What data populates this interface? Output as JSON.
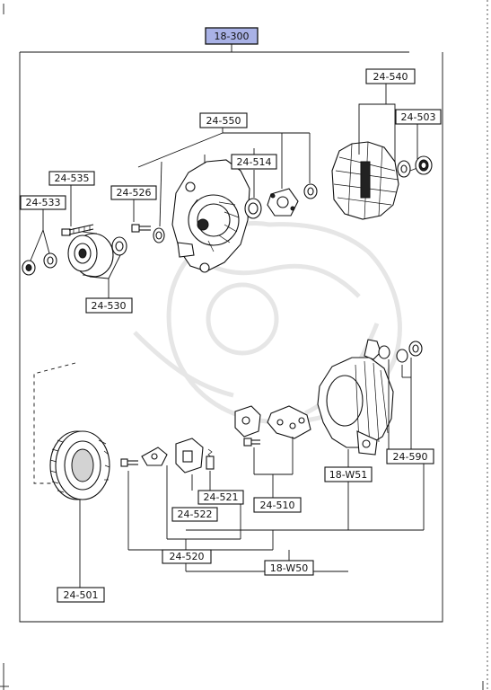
{
  "diagram": {
    "header_ref": "18-300",
    "labels": {
      "p24_540": "24-540",
      "p24_503": "24-503",
      "p24_550": "24-550",
      "p24_514": "24-514",
      "p24_535": "24-535",
      "p24_526": "24-526",
      "p24_533": "24-533",
      "p24_530": "24-530",
      "p18_w51": "18-W51",
      "p24_590": "24-590",
      "p24_521": "24-521",
      "p24_522": "24-522",
      "p24_510": "24-510",
      "p24_520": "24-520",
      "p18_w50": "18-W50",
      "p24_501": "24-501"
    },
    "colors": {
      "header_fill": "#a9b2e6",
      "ink": "#111111",
      "watermark": "#e6e6e6"
    }
  }
}
